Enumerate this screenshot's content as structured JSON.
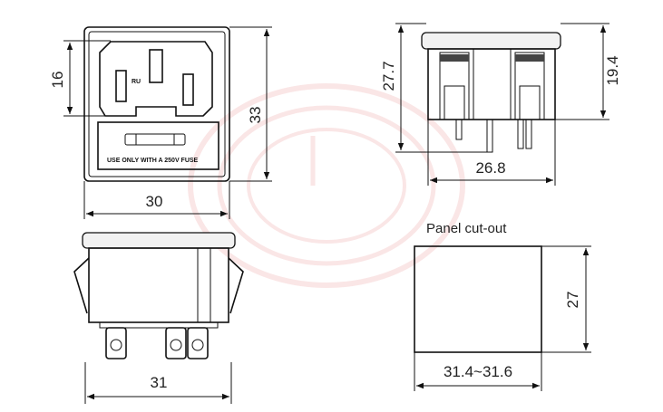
{
  "dimensions": {
    "front_height_inner": "16",
    "front_height": "33",
    "front_width": "30",
    "side_height": "27.7",
    "side_height_body": "19.4",
    "side_width": "26.8",
    "bottom_width": "31",
    "cutout_height": "27",
    "cutout_width": "31.4~31.6"
  },
  "labels": {
    "fuse_text": "USE ONLY WITH A 250V FUSE",
    "panel_cutout": "Panel cut-out"
  },
  "colors": {
    "line": "#111111",
    "watermark": "#f4c8c8"
  }
}
